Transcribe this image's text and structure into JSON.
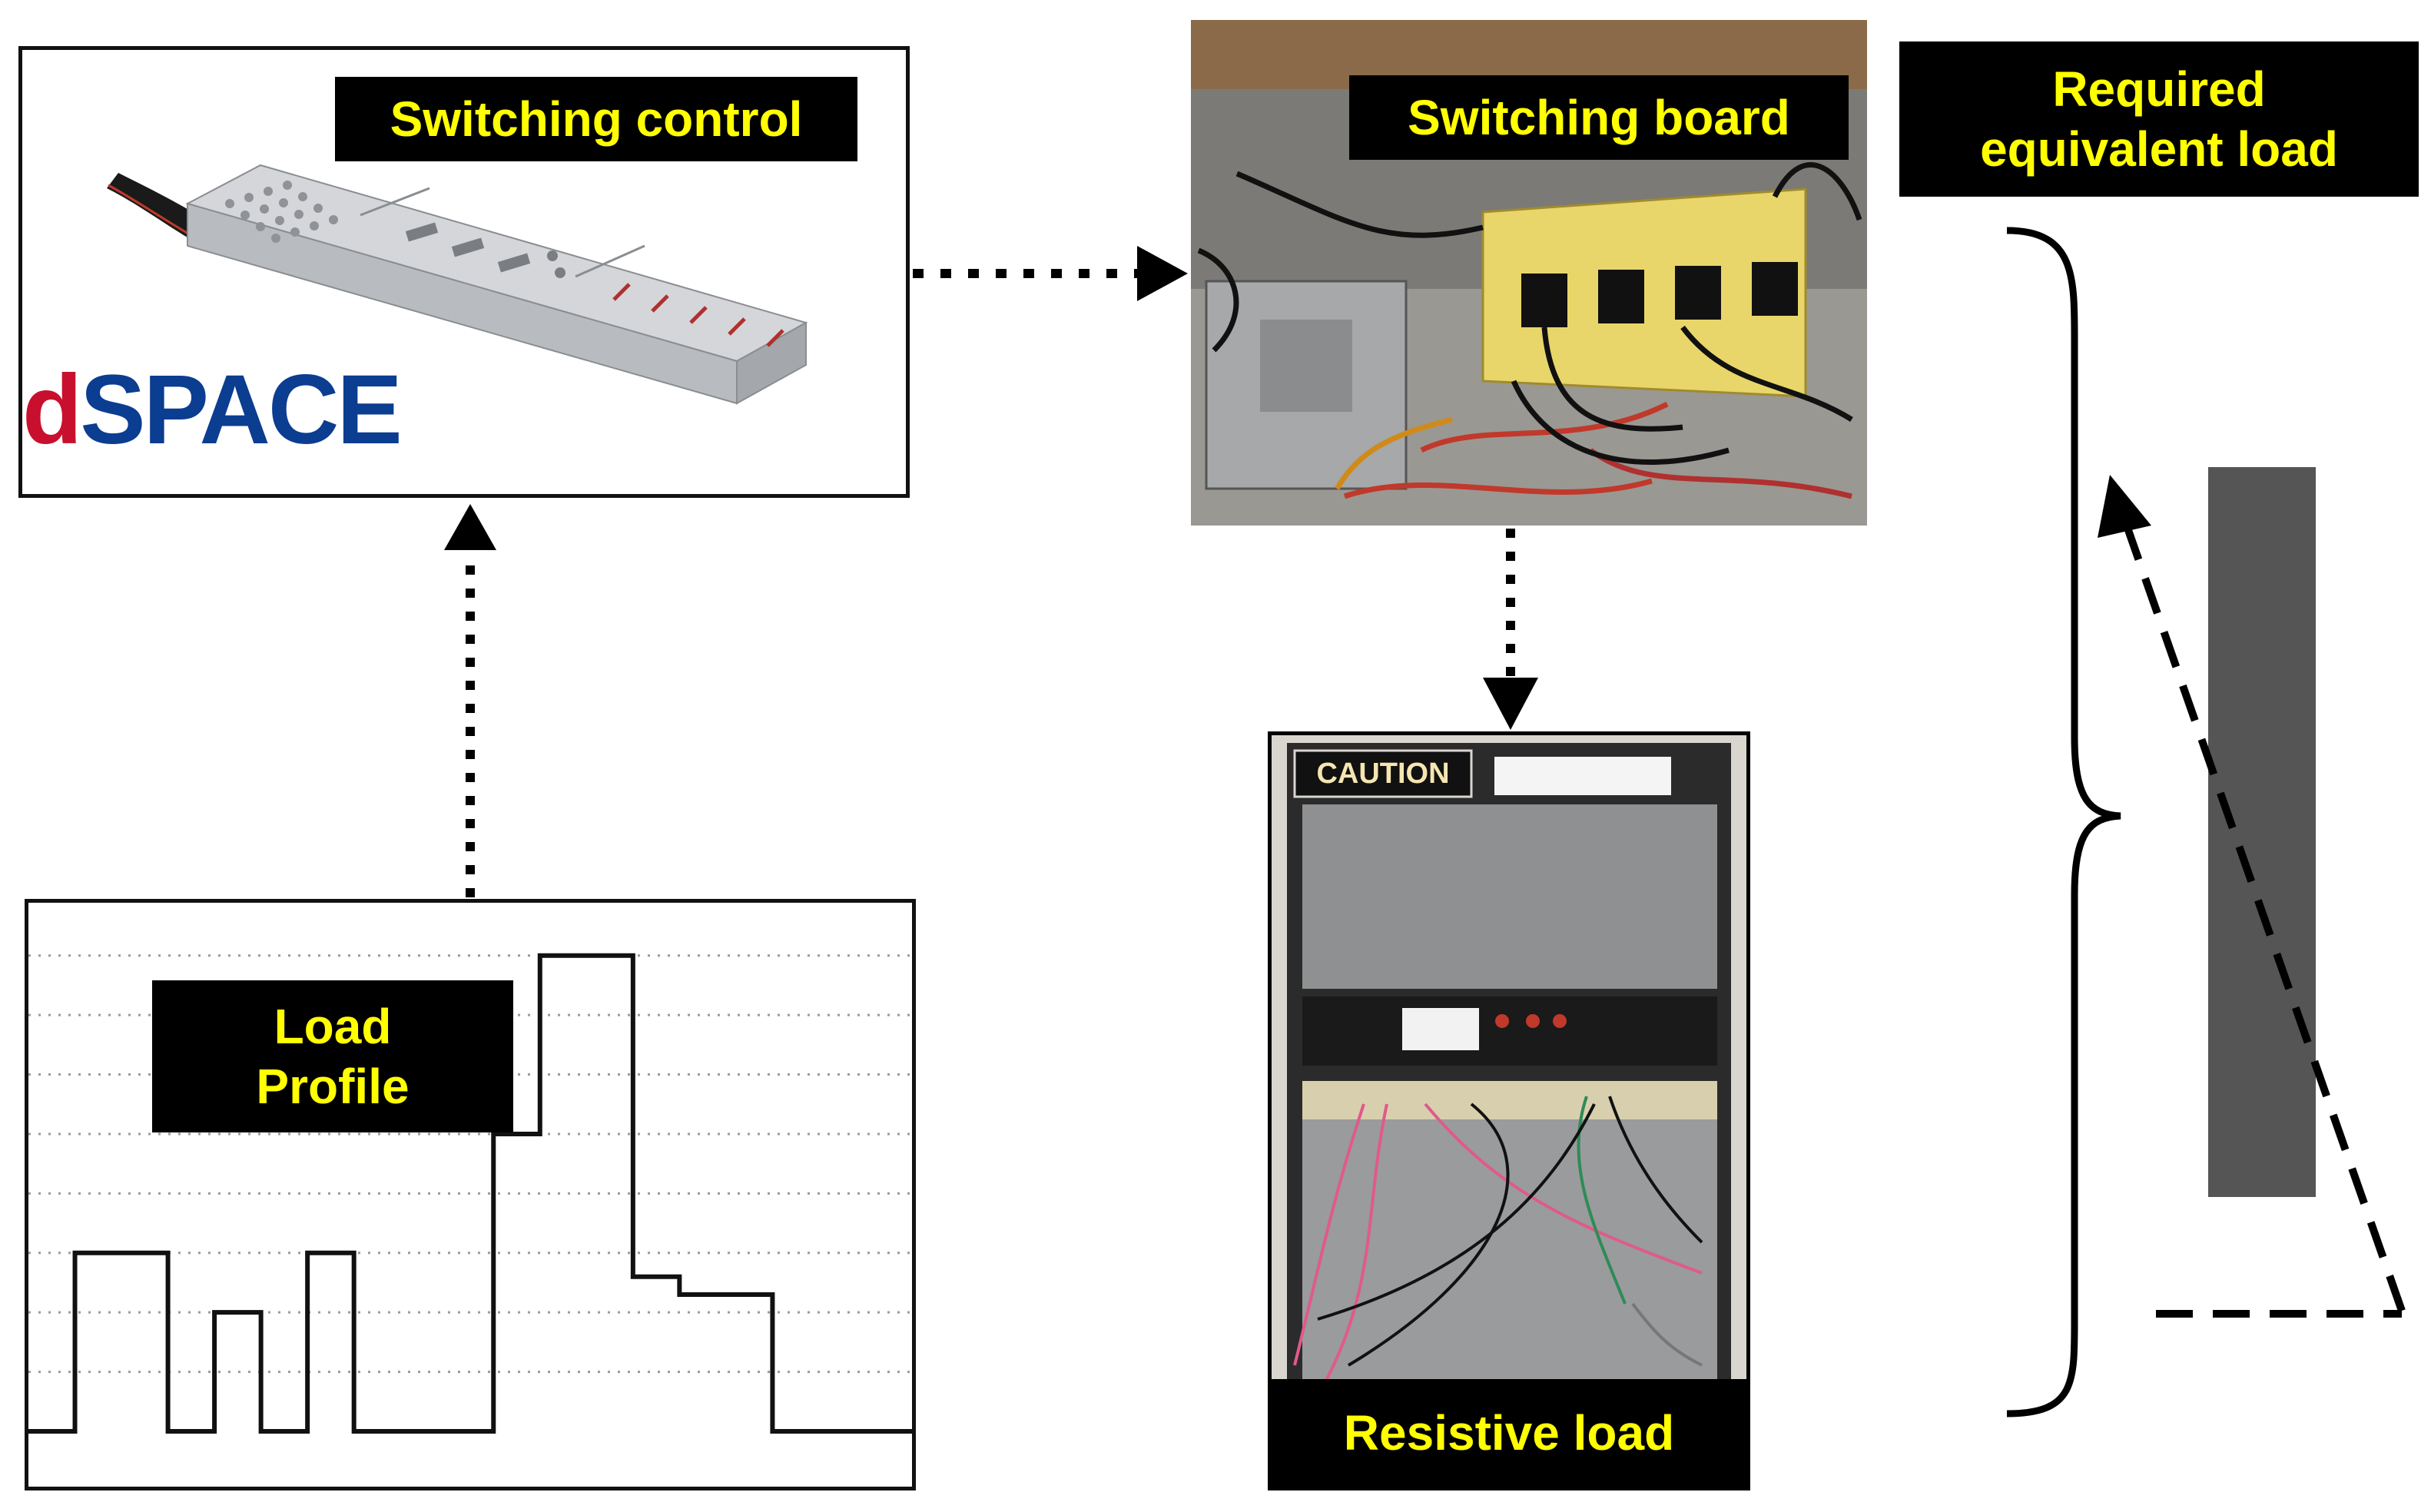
{
  "labels": {
    "switching_control": "Switching control",
    "switching_board": "Switching board",
    "required_load_line1": "Required",
    "required_load_line2": "equivalent load",
    "load_profile_line1": "Load",
    "load_profile_line2": "Profile",
    "resistive_load": "Resistive load"
  },
  "device": {
    "brand_prefix": "d",
    "brand_suffix": "SPACE",
    "caution_sign": "CAUTION"
  },
  "colors": {
    "label_bg": "#000000",
    "label_text": "#ffff00",
    "brand_d": "#c8102e",
    "brand_space": "#0b3d91",
    "equivalent_load_bar": "#555555"
  },
  "chart_data": {
    "type": "line",
    "style": "step",
    "grid": true,
    "x": [
      0,
      1,
      2,
      3,
      4,
      5,
      6,
      7,
      8,
      9,
      10,
      11,
      12,
      13,
      14,
      15,
      16,
      17,
      18,
      19
    ],
    "values": [
      0,
      3,
      3,
      0,
      2,
      0,
      3,
      0,
      0,
      0,
      5,
      8,
      8,
      2.6,
      2.3,
      2.3,
      0,
      0,
      0,
      0
    ],
    "ylim": [
      0,
      8.5
    ]
  }
}
